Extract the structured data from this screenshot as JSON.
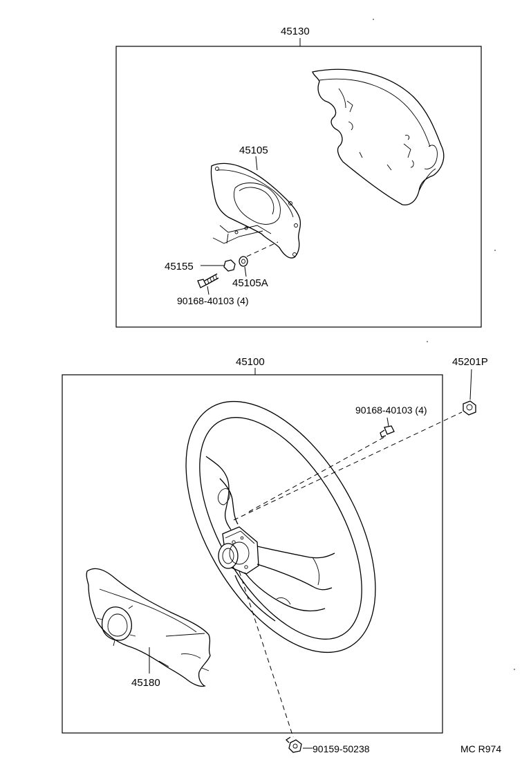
{
  "labels": {
    "pad_assembly": "45130",
    "pad_bracket": "45105",
    "screw_top": "90168-40103 (4)",
    "nut_45155": "45155",
    "spacer": "45105A",
    "steering_wheel": "45100",
    "wheel_nut": "45201P",
    "screw_wheel": "90168-40103 (4)",
    "lower_cover": "45180",
    "bottom_screw": "90159-50238",
    "ref_code": "MC R974"
  }
}
